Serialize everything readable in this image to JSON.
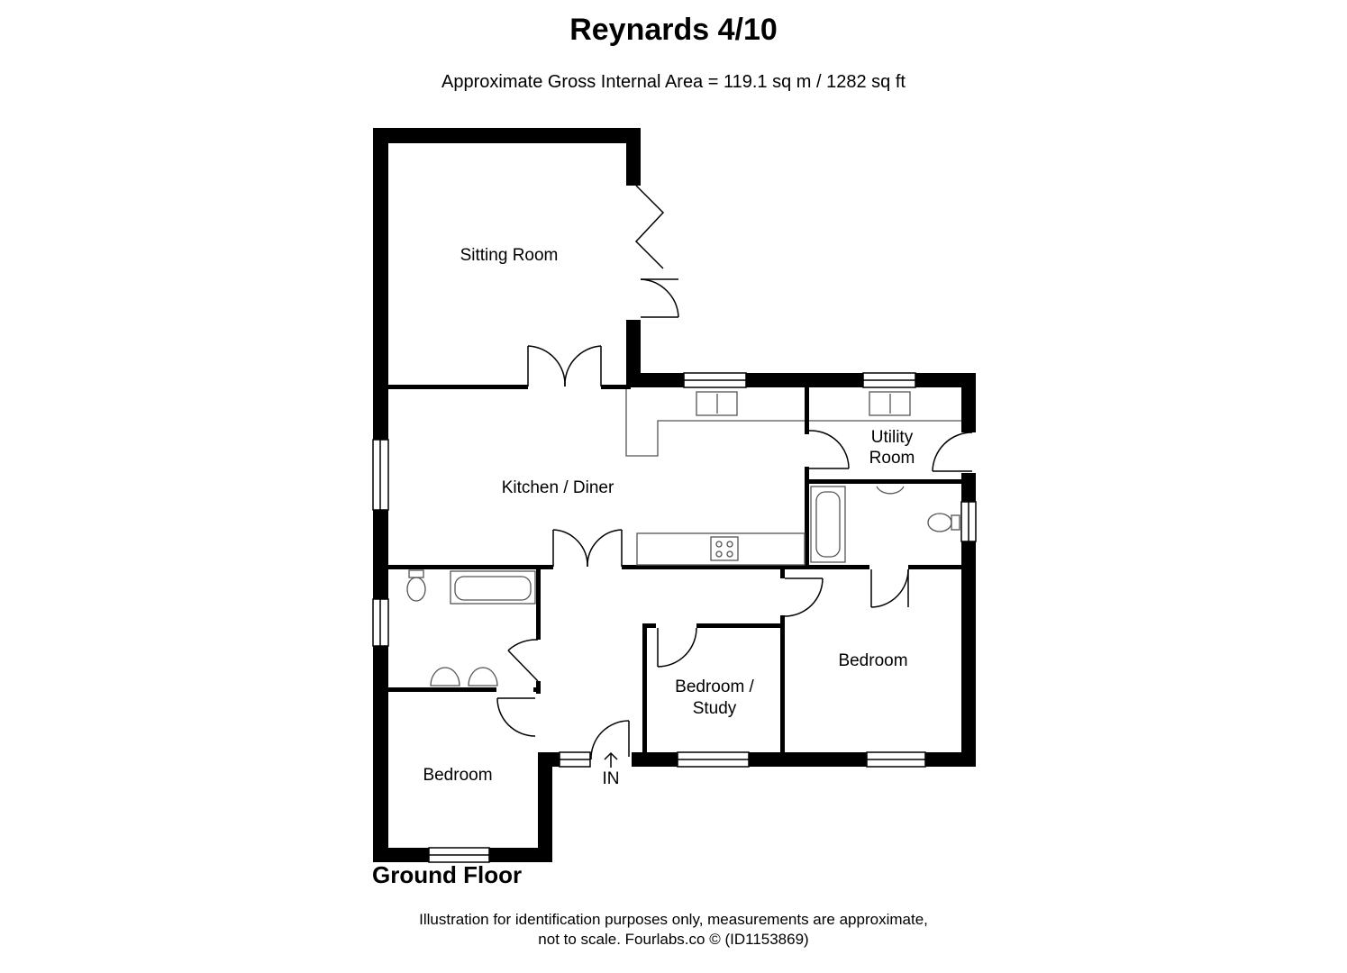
{
  "title": "Reynards 4/10",
  "subtitle": "Approximate Gross Internal Area = 119.1 sq m / 1282 sq ft",
  "floor_label": "Ground Floor",
  "disclaimer": {
    "line1": "Illustration for identification purposes only, measurements are approximate,",
    "line2": "not to scale. Fourlabs.co © (ID1153869)"
  },
  "rooms": {
    "sitting_room": "Sitting Room",
    "kitchen_diner": "Kitchen / Diner",
    "utility_room_line1": "Utility",
    "utility_room_line2": "Room",
    "bedroom_east": "Bedroom",
    "bedroom_study_line1": "Bedroom /",
    "bedroom_study_line2": "Study",
    "bedroom_southwest": "Bedroom"
  },
  "entrance_label": "IN",
  "colors": {
    "wall": "#000000",
    "background": "#ffffff",
    "fixture": "#555555"
  }
}
